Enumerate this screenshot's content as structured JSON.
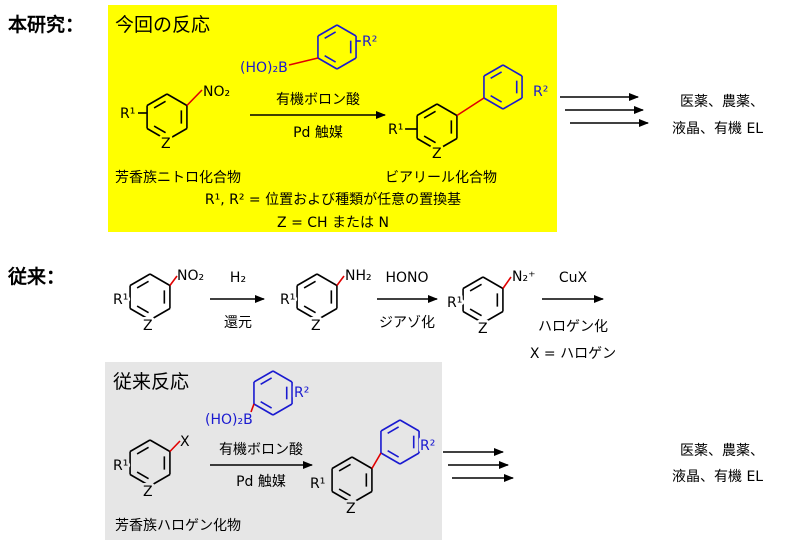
{
  "new_method": {
    "heading": "本研究：",
    "box_title": "今回の反応",
    "reactant_sub": "NO₂",
    "r1": "R¹",
    "z": "Z",
    "boronic": "(HO)₂B",
    "r2": "R²",
    "reagent": "有機ボロン酸",
    "catalyst": "Pd 触媒",
    "reactant_name": "芳香族ニトロ化合物",
    "product_name": "ビアリール化合物",
    "note1": "R¹, R² = 位置および種類が任意の置換基",
    "note2": "Z = CH または N",
    "app1": "医薬、農薬、",
    "app2": "液晶、有機 EL",
    "box_color": "#ffff00"
  },
  "conventional": {
    "heading": "従来：",
    "r1": "R¹",
    "z": "Z",
    "sub1": "NO₂",
    "step1_top": "H₂",
    "step1_bottom": "還元",
    "sub2": "NH₂",
    "step2_top": "HONO",
    "step2_bottom": "ジアゾ化",
    "sub3": "N₂⁺",
    "step3_top": "CuX",
    "step3_bottom": "ハロゲン化",
    "step3_note": "X = ハロゲン"
  },
  "conventional_reaction": {
    "box_title": "従来反応",
    "sub": "X",
    "r1": "R¹",
    "z": "Z",
    "boronic": "(HO)₂B",
    "r2": "R²",
    "reagent": "有機ボロン酸",
    "catalyst": "Pd 触媒",
    "reactant_name": "芳香族ハロゲン化物",
    "app1": "医薬、農薬、",
    "app2": "液晶、有機 EL",
    "box_color": "#e6e6e6"
  },
  "colors": {
    "bond_new": "#e00000",
    "aryl": "#1a1ad0",
    "black": "#000000"
  }
}
